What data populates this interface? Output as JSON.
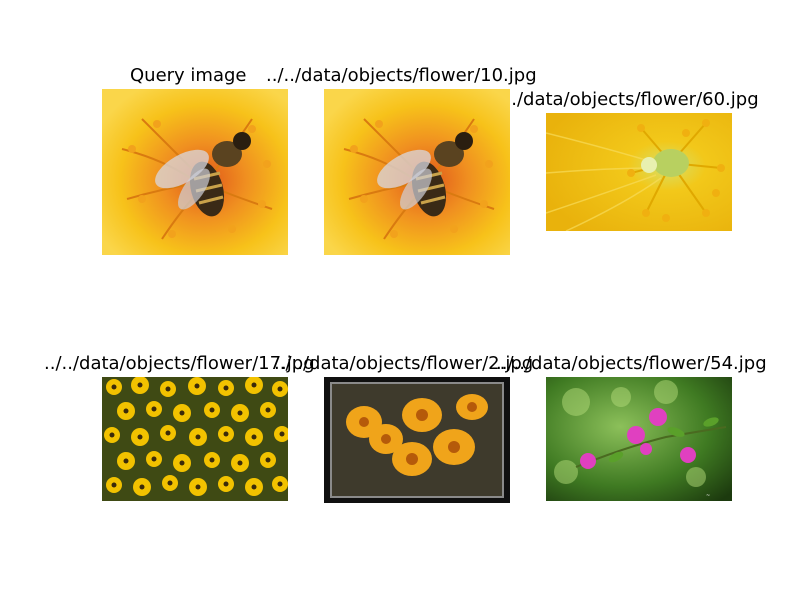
{
  "figure": {
    "cells": [
      {
        "name": "query",
        "caption": "Query image",
        "image": "flower-bee-closeup"
      },
      {
        "name": "result-1",
        "caption": "../../data/objects/flower/10.jpg",
        "image": "flower-bee-closeup"
      },
      {
        "name": "result-2",
        "caption": "../../data/objects/flower/60.jpg",
        "image": "yellow-flower-stamens"
      },
      {
        "name": "result-3",
        "caption": "../../data/objects/flower/17.jpg",
        "image": "yellow-daisy-field"
      },
      {
        "name": "result-4",
        "caption": "../../data/objects/flower/2.jpg",
        "image": "orange-flowers-framed"
      },
      {
        "name": "result-5",
        "caption": "../../data/objects/flower/54.jpg",
        "image": "pink-flowers-green-bokeh"
      }
    ]
  }
}
